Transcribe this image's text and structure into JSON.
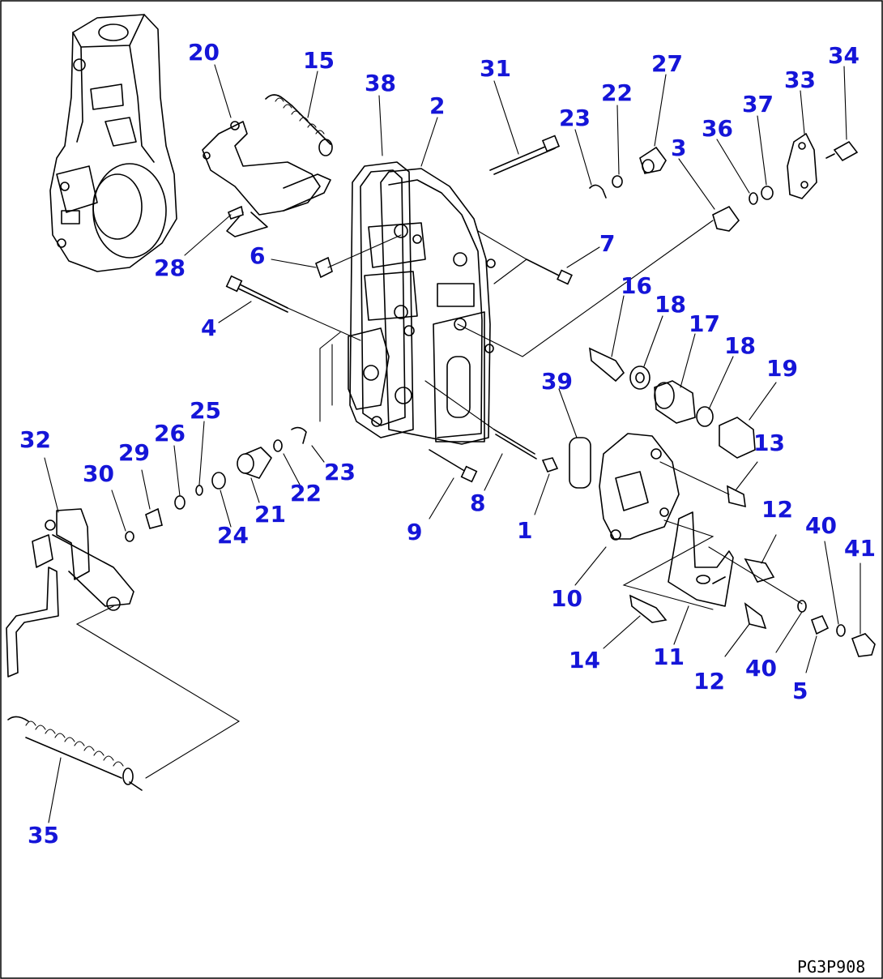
{
  "diagram": {
    "code": "PG3P908",
    "callouts": [
      {
        "id": "c20",
        "text": "20"
      },
      {
        "id": "c15",
        "text": "15"
      },
      {
        "id": "c38",
        "text": "38"
      },
      {
        "id": "c2",
        "text": "2"
      },
      {
        "id": "c31",
        "text": "31"
      },
      {
        "id": "c23a",
        "text": "23"
      },
      {
        "id": "c22a",
        "text": "22"
      },
      {
        "id": "c27",
        "text": "27"
      },
      {
        "id": "c3",
        "text": "3"
      },
      {
        "id": "c36",
        "text": "36"
      },
      {
        "id": "c37",
        "text": "37"
      },
      {
        "id": "c33",
        "text": "33"
      },
      {
        "id": "c34",
        "text": "34"
      },
      {
        "id": "c28",
        "text": "28"
      },
      {
        "id": "c6",
        "text": "6"
      },
      {
        "id": "c7",
        "text": "7"
      },
      {
        "id": "c4",
        "text": "4"
      },
      {
        "id": "c16",
        "text": "16"
      },
      {
        "id": "c18a",
        "text": "18"
      },
      {
        "id": "c17",
        "text": "17"
      },
      {
        "id": "c18b",
        "text": "18"
      },
      {
        "id": "c19",
        "text": "19"
      },
      {
        "id": "c39",
        "text": "39"
      },
      {
        "id": "c13",
        "text": "13"
      },
      {
        "id": "c32",
        "text": "32"
      },
      {
        "id": "c25",
        "text": "25"
      },
      {
        "id": "c26",
        "text": "26"
      },
      {
        "id": "c29",
        "text": "29"
      },
      {
        "id": "c30",
        "text": "30"
      },
      {
        "id": "c23b",
        "text": "23"
      },
      {
        "id": "c22b",
        "text": "22"
      },
      {
        "id": "c21",
        "text": "21"
      },
      {
        "id": "c24",
        "text": "24"
      },
      {
        "id": "c8",
        "text": "8"
      },
      {
        "id": "c9",
        "text": "9"
      },
      {
        "id": "c1",
        "text": "1"
      },
      {
        "id": "c12a",
        "text": "12"
      },
      {
        "id": "c40a",
        "text": "40"
      },
      {
        "id": "c41",
        "text": "41"
      },
      {
        "id": "c10",
        "text": "10"
      },
      {
        "id": "c14",
        "text": "14"
      },
      {
        "id": "c11",
        "text": "11"
      },
      {
        "id": "c12b",
        "text": "12"
      },
      {
        "id": "c40b",
        "text": "40"
      },
      {
        "id": "c5",
        "text": "5"
      },
      {
        "id": "c35",
        "text": "35"
      }
    ]
  },
  "colors": {
    "callout": "#1515d8",
    "line": "#000000",
    "background": "#ffffff"
  }
}
